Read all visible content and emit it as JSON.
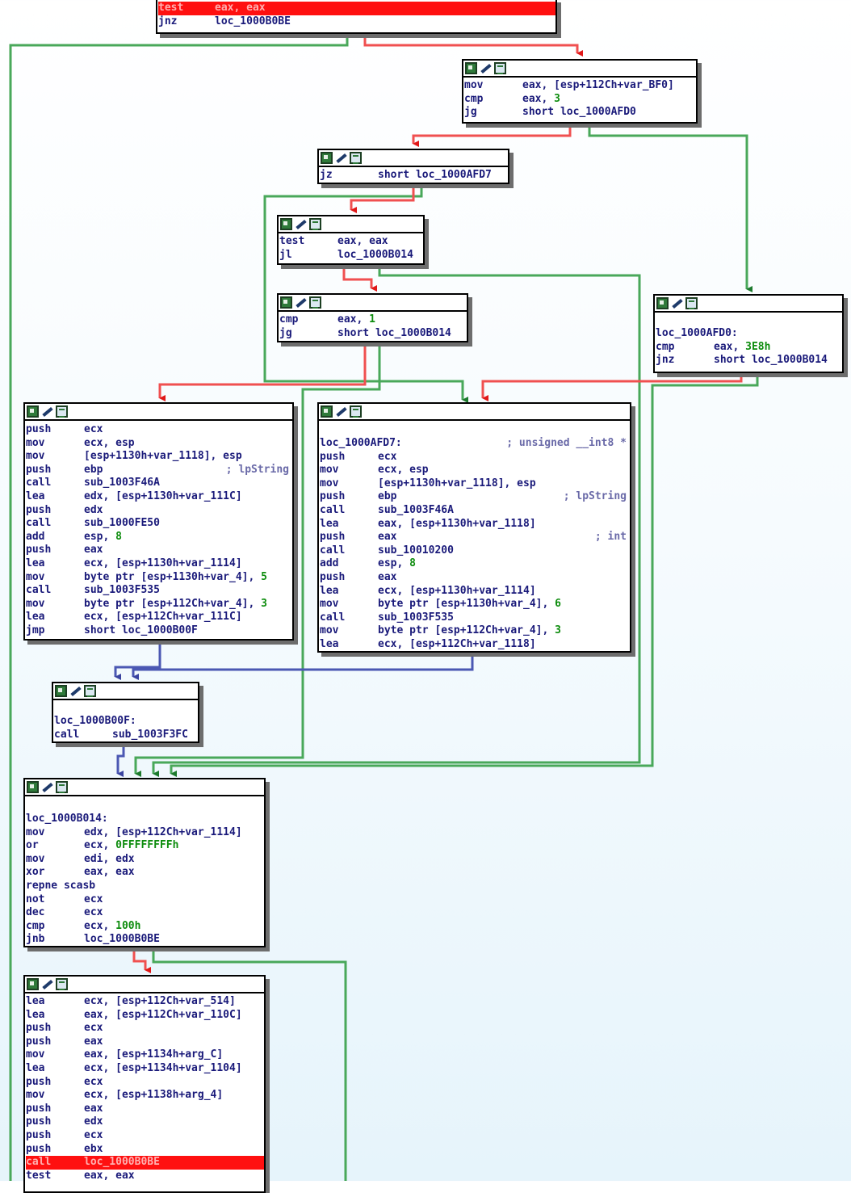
{
  "colors": {
    "true_edge": "#49a85a",
    "false_edge": "#f05050",
    "uncond_edge": "#4b58b3",
    "highlight": "#ff1010"
  },
  "title_icons": [
    "graph-view-icon",
    "rename-pencil-icon",
    "instructions-list-icon"
  ],
  "blocks": {
    "b0": {
      "lines": [
        {
          "m": "test",
          "o": "eax, eax",
          "hl": true
        },
        {
          "m": "jnz",
          "o": "loc_1000B0BE"
        }
      ]
    },
    "b1": {
      "lines": [
        {
          "m": "mov",
          "o": "eax, [esp+112Ch+var_BF0]"
        },
        {
          "m": "cmp",
          "o": "eax, 3"
        },
        {
          "m": "jg",
          "o": "short loc_1000AFD0"
        }
      ]
    },
    "b2": {
      "lines": [
        {
          "m": "jz",
          "o": "short loc_1000AFD7"
        }
      ]
    },
    "b3": {
      "lines": [
        {
          "m": "test",
          "o": "eax, eax"
        },
        {
          "m": "jl",
          "o": "loc_1000B014"
        }
      ]
    },
    "b4": {
      "lines": [
        {
          "m": "cmp",
          "o": "eax, 1"
        },
        {
          "m": "jg",
          "o": "short loc_1000B014"
        }
      ]
    },
    "b5": {
      "lines": [
        {
          "label": "loc_1000AFD0:"
        },
        {
          "m": "cmp",
          "o": "eax, 3E8h"
        },
        {
          "m": "jnz",
          "o": "short loc_1000B014"
        }
      ]
    },
    "b6": {
      "lines": [
        {
          "m": "push",
          "o": "ecx"
        },
        {
          "m": "mov",
          "o": "ecx, esp"
        },
        {
          "m": "mov",
          "o": "[esp+1130h+var_1118], esp"
        },
        {
          "m": "push",
          "o": "ebp",
          "c": "; lpString"
        },
        {
          "m": "call",
          "o": "sub_1003F46A"
        },
        {
          "m": "lea",
          "o": "edx, [esp+1130h+var_111C]"
        },
        {
          "m": "push",
          "o": "edx"
        },
        {
          "m": "call",
          "o": "sub_1000FE50"
        },
        {
          "m": "add",
          "o": "esp, 8"
        },
        {
          "m": "push",
          "o": "eax"
        },
        {
          "m": "lea",
          "o": "ecx, [esp+1130h+var_1114]"
        },
        {
          "m": "mov",
          "o": "byte ptr [esp+1130h+var_4], 5"
        },
        {
          "m": "call",
          "o": "sub_1003F535"
        },
        {
          "m": "mov",
          "o": "byte ptr [esp+112Ch+var_4], 3"
        },
        {
          "m": "lea",
          "o": "ecx, [esp+112Ch+var_111C]"
        },
        {
          "m": "jmp",
          "o": "short loc_1000B00F"
        }
      ]
    },
    "b7": {
      "lines": [
        {
          "label": "loc_1000AFD7:",
          "c": "; unsigned __int8 *"
        },
        {
          "m": "push",
          "o": "ecx"
        },
        {
          "m": "mov",
          "o": "ecx, esp"
        },
        {
          "m": "mov",
          "o": "[esp+1130h+var_1118], esp"
        },
        {
          "m": "push",
          "o": "ebp",
          "c": "; lpString"
        },
        {
          "m": "call",
          "o": "sub_1003F46A"
        },
        {
          "m": "lea",
          "o": "eax, [esp+1130h+var_1118]"
        },
        {
          "m": "push",
          "o": "eax",
          "c": "; int"
        },
        {
          "m": "call",
          "o": "sub_10010200"
        },
        {
          "m": "add",
          "o": "esp, 8"
        },
        {
          "m": "push",
          "o": "eax"
        },
        {
          "m": "lea",
          "o": "ecx, [esp+1130h+var_1114]"
        },
        {
          "m": "mov",
          "o": "byte ptr [esp+1130h+var_4], 6"
        },
        {
          "m": "call",
          "o": "sub_1003F535"
        },
        {
          "m": "mov",
          "o": "byte ptr [esp+112Ch+var_4], 3"
        },
        {
          "m": "lea",
          "o": "ecx, [esp+112Ch+var_1118]"
        }
      ]
    },
    "b8": {
      "lines": [
        {
          "label": "loc_1000B00F:"
        },
        {
          "m": "call",
          "o": "sub_1003F3FC"
        }
      ]
    },
    "b9": {
      "lines": [
        {
          "label": "loc_1000B014:"
        },
        {
          "m": "mov",
          "o": "edx, [esp+112Ch+var_1114]"
        },
        {
          "m": "or",
          "o": "ecx, 0FFFFFFFFh"
        },
        {
          "m": "mov",
          "o": "edi, edx"
        },
        {
          "m": "xor",
          "o": "eax, eax"
        },
        {
          "m": "repne scasb",
          "o": ""
        },
        {
          "m": "not",
          "o": "ecx"
        },
        {
          "m": "dec",
          "o": "ecx"
        },
        {
          "m": "cmp",
          "o": "ecx, 100h"
        },
        {
          "m": "jnb",
          "o": "loc_1000B0BE"
        }
      ]
    },
    "b10": {
      "lines": [
        {
          "m": "lea",
          "o": "ecx, [esp+112Ch+var_514]"
        },
        {
          "m": "lea",
          "o": "eax, [esp+112Ch+var_110C]"
        },
        {
          "m": "push",
          "o": "ecx"
        },
        {
          "m": "push",
          "o": "eax"
        },
        {
          "m": "mov",
          "o": "eax, [esp+1134h+arg_C]"
        },
        {
          "m": "lea",
          "o": "ecx, [esp+1134h+var_1104]"
        },
        {
          "m": "push",
          "o": "ecx"
        },
        {
          "m": "mov",
          "o": "ecx, [esp+1138h+arg_4]"
        },
        {
          "m": "push",
          "o": "eax"
        },
        {
          "m": "push",
          "o": "edx"
        },
        {
          "m": "push",
          "o": "ecx"
        },
        {
          "m": "push",
          "o": "ebx"
        },
        {
          "m": "call",
          "o": "loc_1000B0BE",
          "hl": true
        },
        {
          "m": "test",
          "o": "eax, eax"
        }
      ]
    }
  }
}
